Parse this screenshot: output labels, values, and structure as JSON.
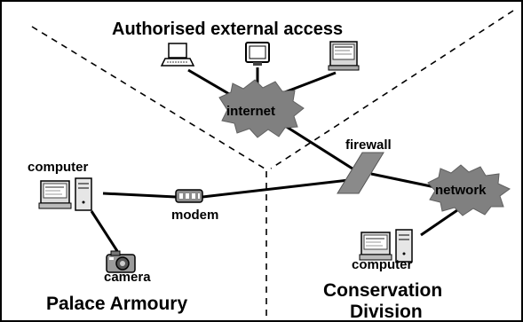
{
  "title": "Authorised external access",
  "labels": {
    "internet": "internet",
    "firewall": "firewall",
    "network": "network",
    "modem": "modem",
    "computer_left": "computer",
    "camera": "camera",
    "computer_right": "computer",
    "zone_palace": "Palace Armoury",
    "zone_conservation_1": "Conservation",
    "zone_conservation_2": "Division"
  },
  "icons": {
    "laptop": "laptop-icon",
    "monitor_small": "monitor-icon",
    "monitor_right": "monitor-icon",
    "desktop_left": "desktop-computer-icon",
    "desktop_right": "desktop-computer-icon",
    "modem": "modem-icon",
    "camera": "camera-icon",
    "firewall": "firewall-icon",
    "cloud": "cloud-icon"
  },
  "colors": {
    "cloud_fill": "#808080",
    "firewall_fill": "#8a8a8a",
    "line": "#000000",
    "border": "#000000"
  }
}
